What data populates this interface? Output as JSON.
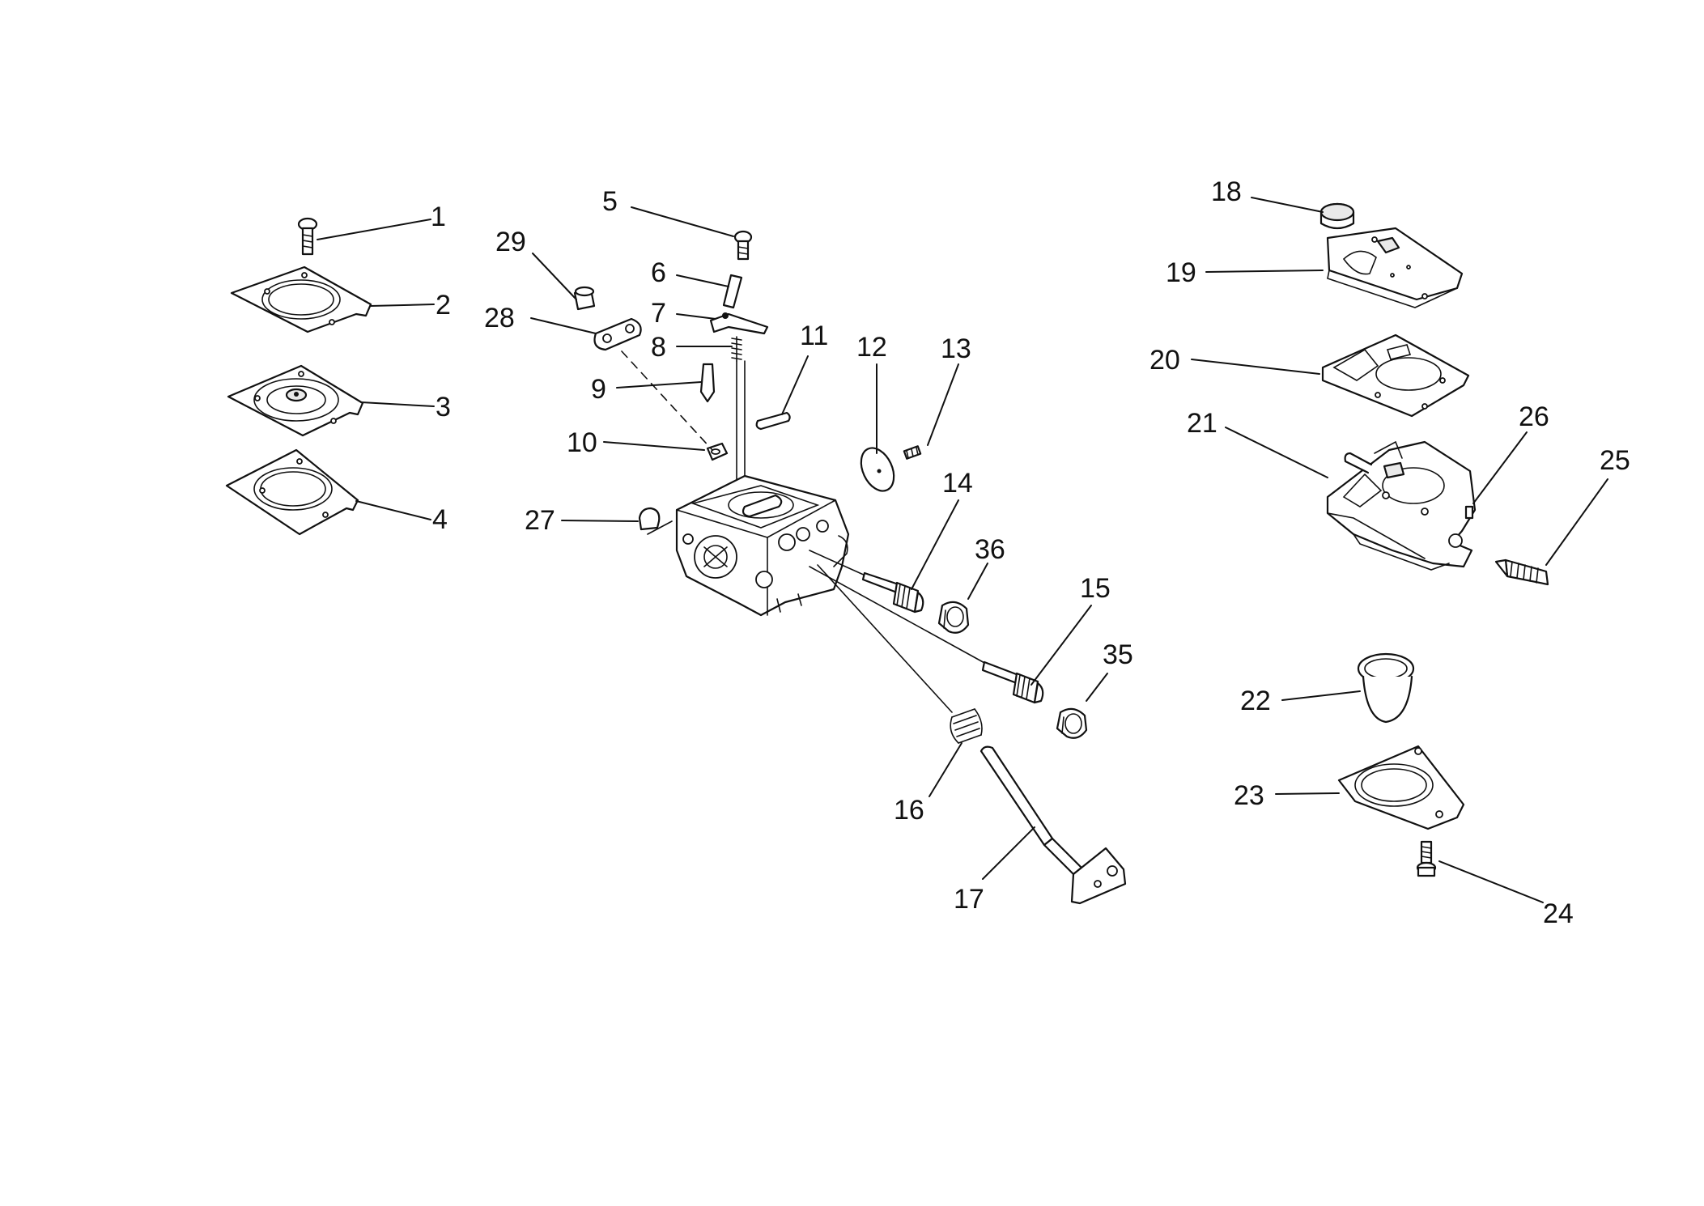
{
  "diagram": {
    "callouts": [
      "1",
      "2",
      "3",
      "4",
      "5",
      "6",
      "7",
      "8",
      "9",
      "10",
      "11",
      "12",
      "13",
      "14",
      "15",
      "16",
      "17",
      "18",
      "19",
      "20",
      "21",
      "22",
      "23",
      "24",
      "25",
      "26",
      "27",
      "28",
      "29",
      "35",
      "36"
    ]
  }
}
